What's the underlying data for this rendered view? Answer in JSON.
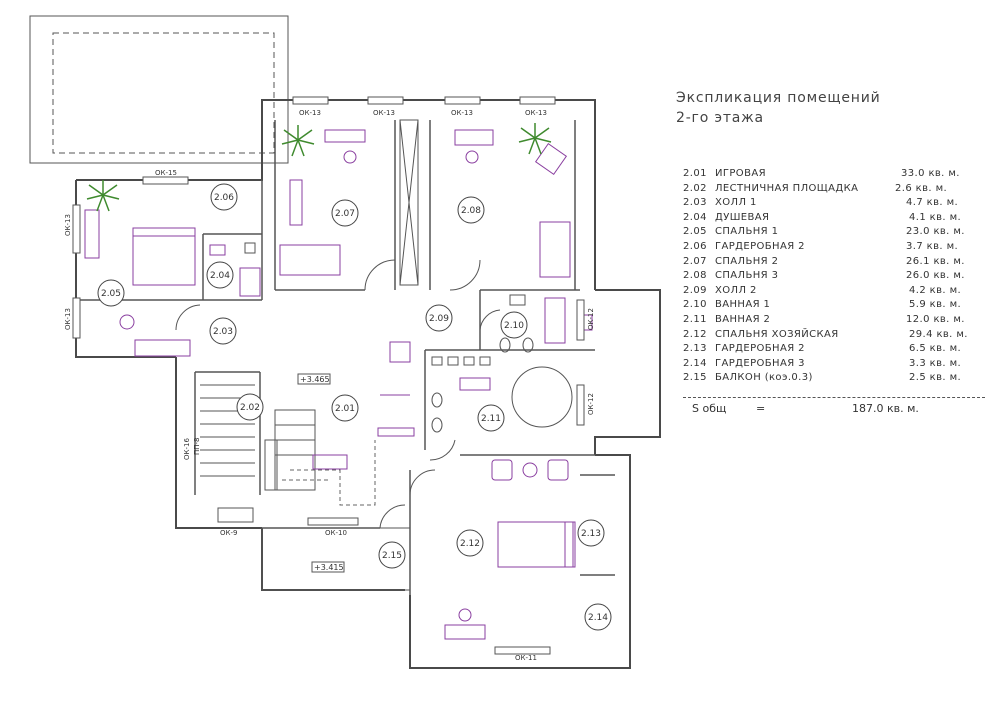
{
  "legend": {
    "title_line1": "Экспликация помещений",
    "title_line2": "2-го этажа",
    "rooms": [
      {
        "num": "2.01",
        "name": "ИГРОВАЯ",
        "area": "33.0 кв. м."
      },
      {
        "num": "2.02",
        "name": "ЛЕСТНИЧНАЯ ПЛОЩАДКА",
        "area": "2.6 кв. м."
      },
      {
        "num": "2.03",
        "name": "ХОЛЛ 1",
        "area": "4.7 кв. м."
      },
      {
        "num": "2.04",
        "name": "ДУШЕВАЯ",
        "area": "4.1 кв. м."
      },
      {
        "num": "2.05",
        "name": "СПАЛЬНЯ 1",
        "area": "23.0 кв. м."
      },
      {
        "num": "2.06",
        "name": "ГАРДЕРОБНАЯ 2",
        "area": "3.7 кв. м."
      },
      {
        "num": "2.07",
        "name": "СПАЛЬНЯ 2",
        "area": "26.1 кв. м."
      },
      {
        "num": "2.08",
        "name": "СПАЛЬНЯ 3",
        "area": "26.0 кв. м."
      },
      {
        "num": "2.09",
        "name": "ХОЛЛ 2",
        "area": "4.2 кв. м."
      },
      {
        "num": "2.10",
        "name": "ВАННАЯ 1",
        "area": "5.9 кв. м."
      },
      {
        "num": "2.11",
        "name": "ВАННАЯ 2",
        "area": "12.0 кв. м."
      },
      {
        "num": "2.12",
        "name": "СПАЛЬНЯ ХОЗЯЙСКАЯ",
        "area": "29.4 кв. м."
      },
      {
        "num": "2.13",
        "name": "ГАРДЕРОБНАЯ 2",
        "area": "6.5 кв. м."
      },
      {
        "num": "2.14",
        "name": "ГАРДЕРОБНАЯ 3",
        "area": "3.3 кв. м."
      },
      {
        "num": "2.15",
        "name": "БАЛКОН (коэ.0.3)",
        "area": "2.5 кв. м."
      }
    ],
    "total_label": "S общ",
    "total_eq": "=",
    "total_value": "187.0 кв. м."
  },
  "plan": {
    "room_tags": [
      "2.01",
      "2.02",
      "2.03",
      "2.04",
      "2.05",
      "2.06",
      "2.07",
      "2.08",
      "2.09",
      "2.10",
      "2.11",
      "2.12",
      "2.13",
      "2.14",
      "2.15"
    ],
    "window_tags": {
      "ok13": "ОК-13",
      "ok15": "ОК-15",
      "ok12": "ОК-12",
      "ok16": "ОК-16",
      "pp8": "ПП-8",
      "ok9": "ОК-9",
      "ok10": "ОК-10",
      "ok11": "ОК-11"
    },
    "levels": {
      "hall": "+3.465",
      "balcony": "+3.415"
    }
  },
  "colors": {
    "wall": "#4a4a4a",
    "furniture": "#8a3fa0",
    "plant": "#3f8a2e"
  }
}
